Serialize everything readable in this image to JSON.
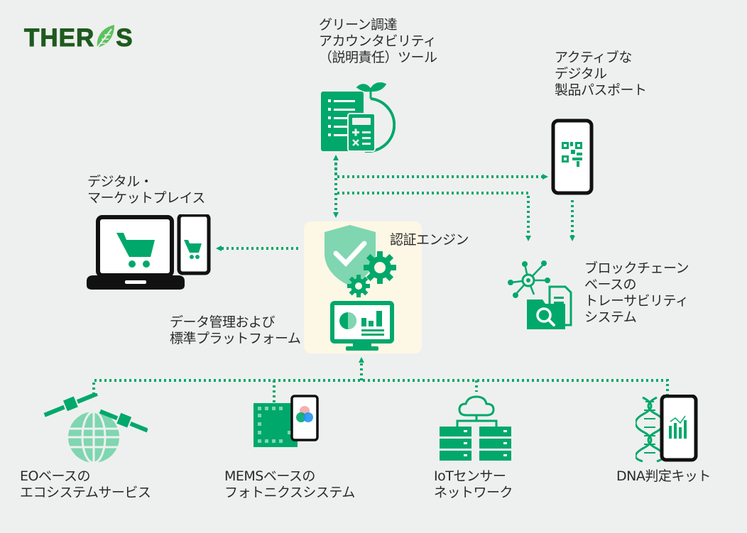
{
  "logo": {
    "text_left": "THER",
    "text_right": "S",
    "icon": "leaf-icon"
  },
  "colors": {
    "accent": "#00a86b",
    "accent_light": "#7fd6b0",
    "dark_green": "#1e5a1e",
    "background": "#eef0ef",
    "core_box": "#fdf7e6"
  },
  "nodes": {
    "green_procurement": {
      "label": "グリーン調達\nアカウンタビリティ\n（説明責任）ツール",
      "icon": "calculator-document-sprout-icon"
    },
    "digital_passport": {
      "label": "アクティブな\nデジタル\n製品パスポート",
      "icon": "phone-qr-code-icon"
    },
    "marketplace": {
      "label": "デジタル・\nマーケットプレイス",
      "icon": "laptop-phone-cart-icon"
    },
    "auth_engine": {
      "label": "認証エンジン",
      "icon": "shield-check-gears-icon"
    },
    "data_platform": {
      "label": "データ管理および\n標準プラットフォーム",
      "icon": "monitor-dashboard-icon"
    },
    "blockchain": {
      "label": "ブロックチェーン\nベースの\nトレーサビリティ\nシステム",
      "icon": "network-folder-search-icon"
    },
    "eo": {
      "label": "EOベースの\nエコシステムサービス",
      "icon": "globe-satellites-icon"
    },
    "mems": {
      "label": "MEMSベースの\nフォトニクスシステム",
      "icon": "chip-phone-icon"
    },
    "iot": {
      "label": "IoTセンサー\nネットワーク",
      "icon": "cloud-servers-icon"
    },
    "dna": {
      "label": "DNA判定キット",
      "icon": "dna-phone-chart-icon"
    }
  }
}
